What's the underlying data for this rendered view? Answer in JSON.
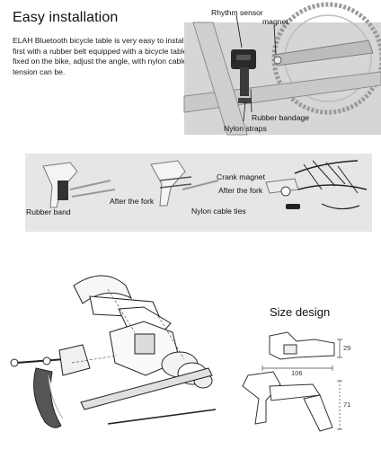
{
  "section": {
    "title": "Easy installation",
    "description": "ELAH Bluetooth bicycle table is very easy to install, first with a rubber belt equipped with a bicycle table fixed on the bike, adjust the angle, with nylon cable tension can be."
  },
  "photo_labels": {
    "rhythm_sensor": "Rhythm sensor",
    "magnet": "magnet",
    "rubber_bandage": "Rubber bandage",
    "nylon_straps": "Nylon straps"
  },
  "steps": {
    "rubber_band": "Rubber band",
    "after_fork_1": "After the fork",
    "nylon_cable_ties": "Nylon cable ties",
    "crank_magnet": "Crank magnet",
    "after_fork_2": "After the fork"
  },
  "size_design": {
    "title": "Size design",
    "dim_height_top": "29",
    "dim_width": "106",
    "dim_height_bottom": "71"
  }
}
